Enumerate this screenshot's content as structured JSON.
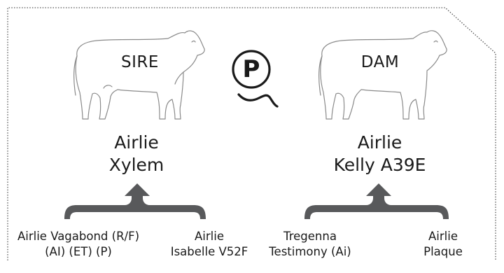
{
  "sire": {
    "role_label": "SIRE",
    "name_line1": "Airlie",
    "name_line2": "Xylem",
    "parents": [
      {
        "line1": "Airlie Vagabond (R/F)",
        "line2": "(AI) (ET) (P)"
      },
      {
        "line1": "Airlie",
        "line2": "Isabelle V52F"
      }
    ]
  },
  "dam": {
    "role_label": "DAM",
    "name_line1": "Airlie",
    "name_line2": "Kelly A39E",
    "parents": [
      {
        "line1": "Tregenna",
        "line2": "Testimony (Ai)"
      },
      {
        "line1": "Airlie",
        "line2": "Plaque"
      }
    ]
  },
  "polled_symbol": {
    "letter": "P",
    "icon": "polled-p-icon"
  },
  "colors": {
    "ink": "#1a1a1a",
    "bracket": "#58595b",
    "border": "#555555",
    "cow_outline": "#8a8a8a"
  }
}
